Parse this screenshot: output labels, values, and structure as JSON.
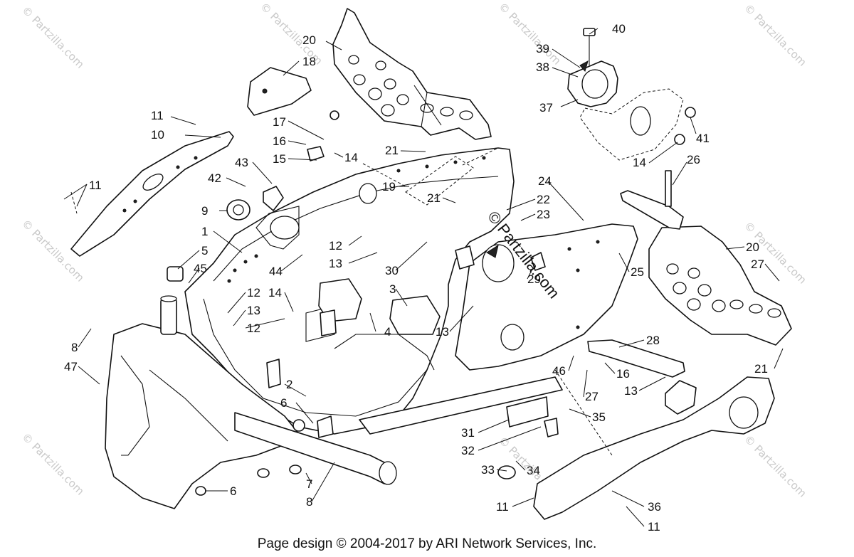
{
  "watermark": {
    "text": "© Partzilla.com",
    "center_text": "© Partzilla.com"
  },
  "footer": {
    "text": "Page design © 2004-2017 by ARI Network Services, Inc."
  },
  "callouts": {
    "c40": "40",
    "c39": "39",
    "c38": "38",
    "c37": "37",
    "c41": "41",
    "c14a": "14",
    "c26": "26",
    "c20a": "20",
    "c18": "18",
    "c11a": "11",
    "c10": "10",
    "c17": "17",
    "c16a": "16",
    "c15": "15",
    "c14b": "14",
    "c21a": "21",
    "c43": "43",
    "c42": "42",
    "c19": "19",
    "c21b": "21",
    "c24": "24",
    "c22": "22",
    "c23": "23",
    "c11b": "11",
    "c9": "9",
    "c1": "1",
    "c12a": "12",
    "c13a": "13",
    "c30": "30",
    "c5": "5",
    "c45": "45",
    "c44": "44",
    "c29": "29",
    "c25": "25",
    "c20b": "20",
    "c27a": "27",
    "c3": "3",
    "c12b": "12",
    "c14c": "14",
    "c13b": "13",
    "c12c": "12",
    "c4": "4",
    "c13c": "13",
    "c8a": "8",
    "c47": "47",
    "c28": "28",
    "c16b": "16",
    "c13d": "13",
    "c21c": "21",
    "c46": "46",
    "c27b": "27",
    "c2": "2",
    "c6a": "6",
    "c35": "35",
    "c31": "31",
    "c32": "32",
    "c33": "33",
    "c34": "34",
    "c7": "7",
    "c8b": "8",
    "c6b": "6",
    "c11c": "11",
    "c36": "36",
    "c11d": "11"
  }
}
